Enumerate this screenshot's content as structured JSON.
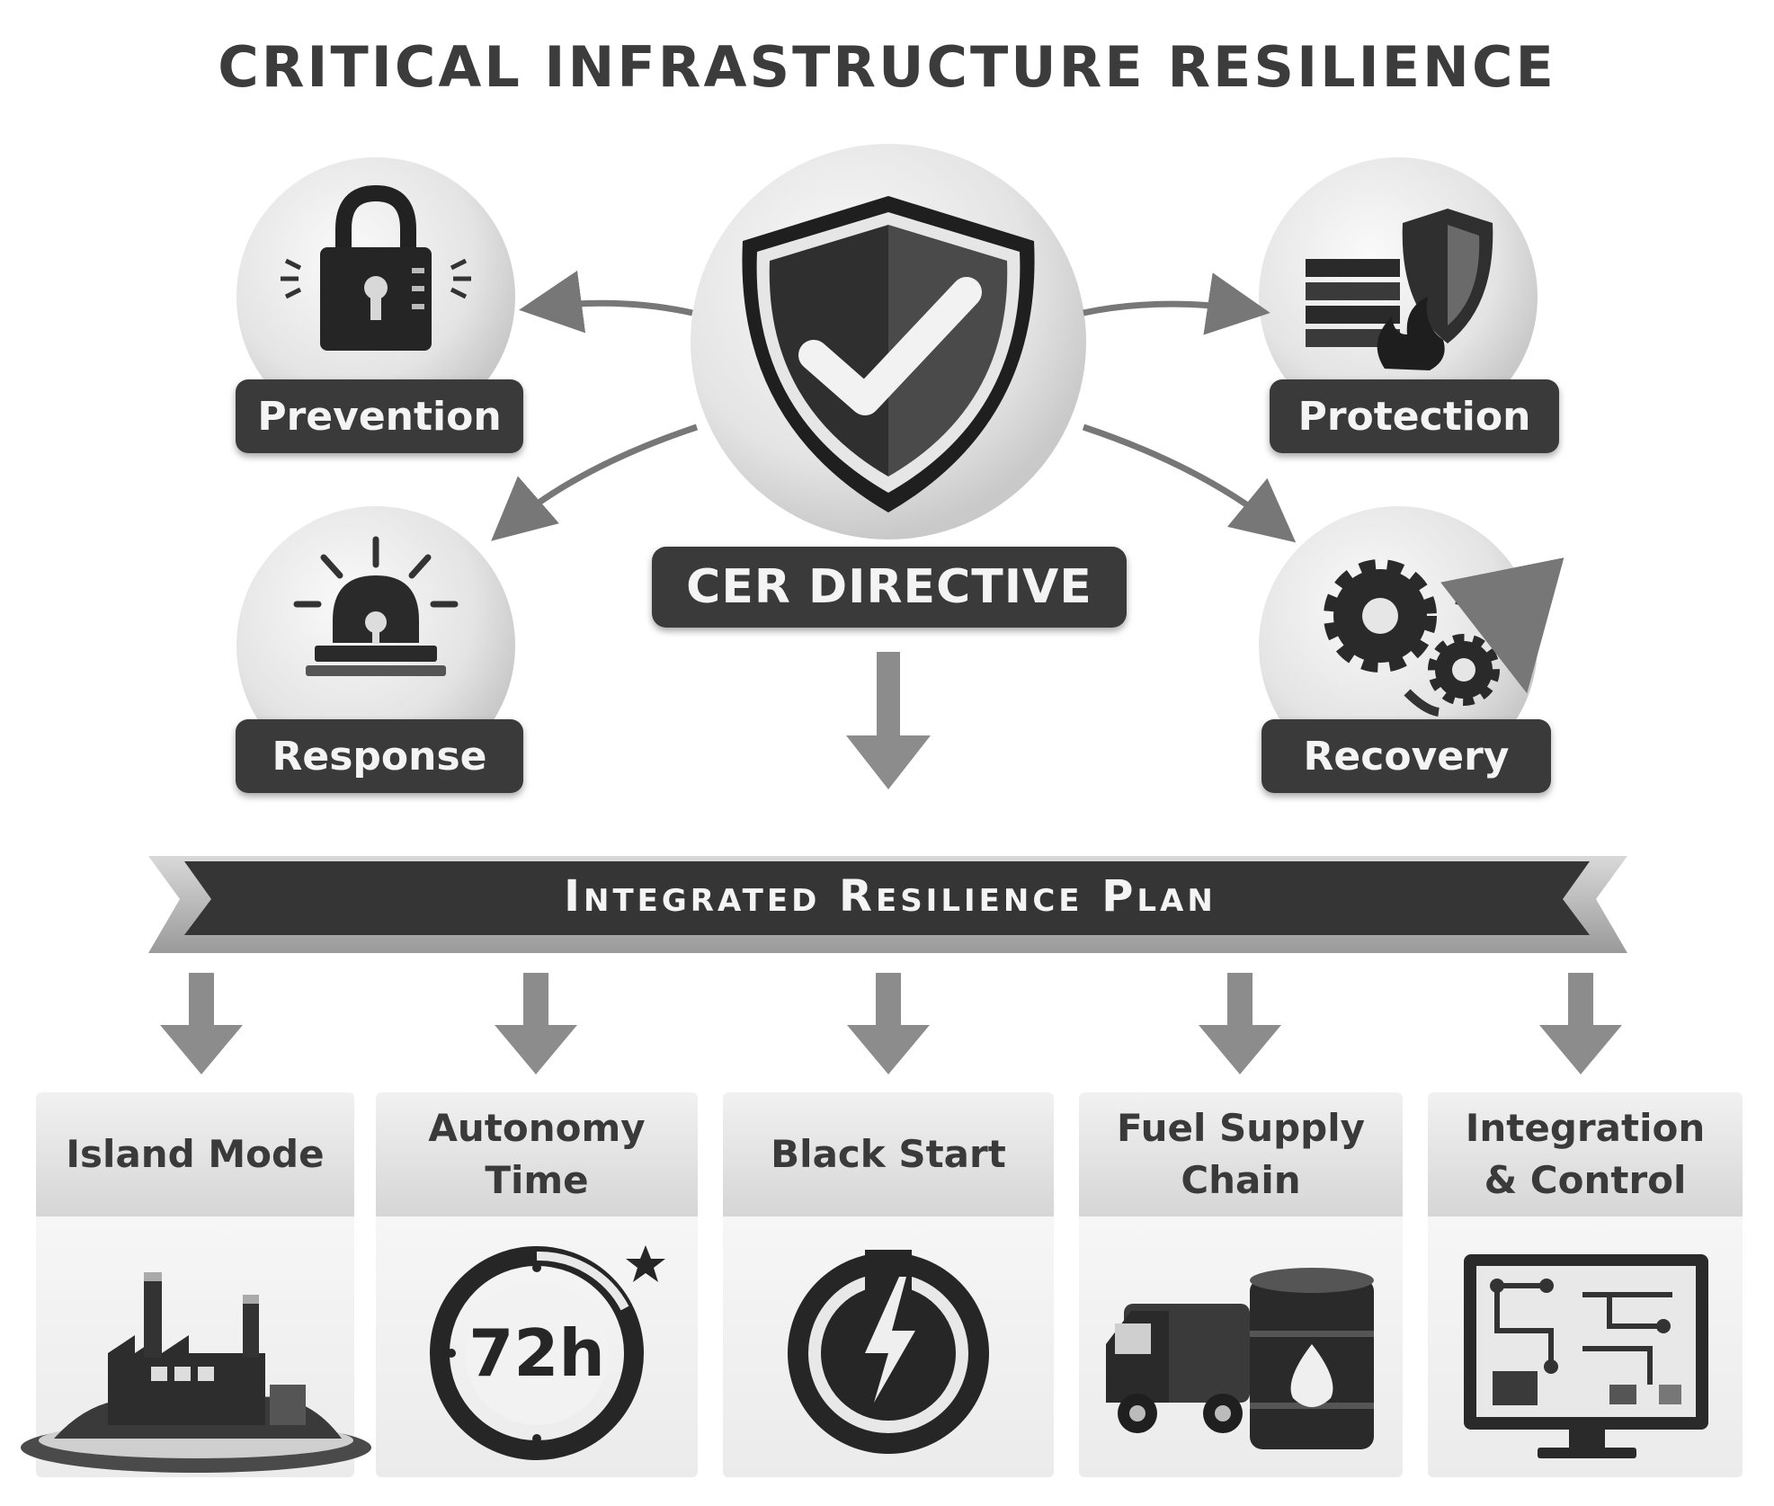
{
  "title": "CRITICAL INFRASTRUCTURE RESILIENCE",
  "center_label": "CER DIRECTIVE",
  "pillars": [
    {
      "label": "Prevention",
      "icon": "padlock-icon"
    },
    {
      "label": "Protection",
      "icon": "firewall-shield-icon"
    },
    {
      "label": "Response",
      "icon": "alarm-beacon-icon"
    },
    {
      "label": "Recovery",
      "icon": "gears-icon"
    }
  ],
  "banner": "Integrated Resilience Plan",
  "components": [
    {
      "label": "Island Mode",
      "icon": "island-factory-icon"
    },
    {
      "label": "Autonomy Time",
      "icon": "clock-72h-icon",
      "icon_text": "72h"
    },
    {
      "label": "Black Start",
      "icon": "power-bolt-icon"
    },
    {
      "label": "Fuel Supply Chain",
      "icon": "tanker-barrel-icon"
    },
    {
      "label": "Integration & Control",
      "icon": "control-monitor-icon"
    }
  ],
  "colors": {
    "dark": "#3a3a3a",
    "arrow": "#8c8c8c",
    "background": "#ffffff"
  }
}
